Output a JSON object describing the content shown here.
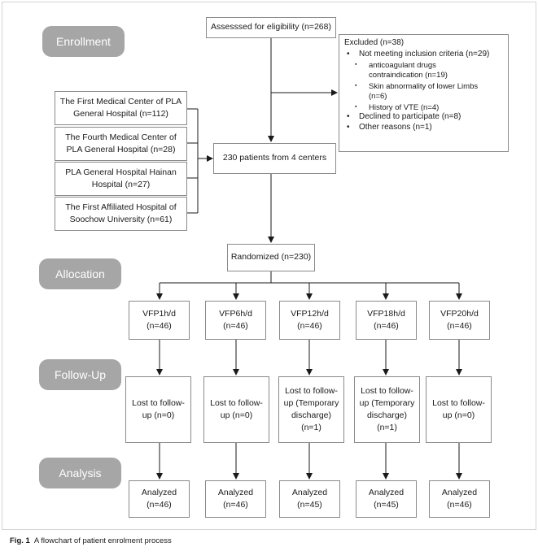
{
  "stages": {
    "enrollment": "Enrollment",
    "allocation": "Allocation",
    "followup": "Follow-Up",
    "analysis": "Analysis"
  },
  "assessed": "Assesssed for eligibility (n=268)",
  "excluded": {
    "title": "Excluded (n=38)",
    "items": [
      {
        "text": "Not meeting inclusion criteria (n=29)",
        "level": 0
      },
      {
        "text": "anticoagulant drugs\ncontraindication  (n=19)",
        "level": 1
      },
      {
        "text": "Skin abnormality of lower Limbs\n(n=6)",
        "level": 1
      },
      {
        "text": "History of VTE (n=4)",
        "level": 1
      },
      {
        "text": "Declined to participate (n=8)",
        "level": 0
      },
      {
        "text": "Other reasons (n=1)",
        "level": 0
      }
    ]
  },
  "centers": [
    "The First Medical Center of PLA\nGeneral Hospital (n=112)",
    "The Fourth Medical Center of\nPLA General Hospital (n=28)",
    "PLA General Hospital Hainan\nHospital (n=27)",
    "The First Affiliated Hospital of\nSoochow University (n=61)"
  ],
  "pooled": "230 patients from 4 centers",
  "randomized": "Randomized (n=230)",
  "arms": [
    {
      "group": "VFP1h/d\n(n=46)",
      "lost": "Lost to follow-\nup (n=0)",
      "analyzed": "Analyzed\n(n=46)"
    },
    {
      "group": "VFP6h/d\n(n=46)",
      "lost": "Lost to follow-\nup (n=0)",
      "analyzed": "Analyzed\n(n=46)"
    },
    {
      "group": "VFP12h/d\n(n=46)",
      "lost": "Lost to follow-\nup (Temporary\ndischarge)\n(n=1)",
      "analyzed": "Analyzed\n(n=45)"
    },
    {
      "group": "VFP18h/d\n(n=46)",
      "lost": "Lost to follow-\nup (Temporary\ndischarge)\n(n=1)",
      "analyzed": "Analyzed\n(n=45)"
    },
    {
      "group": "VFP20h/d\n(n=46)",
      "lost": "Lost to follow-\nup (n=0)",
      "analyzed": "Analyzed\n(n=46)"
    }
  ],
  "caption": {
    "label": "Fig. 1",
    "text": "A flowchart of patient enrolment process"
  }
}
